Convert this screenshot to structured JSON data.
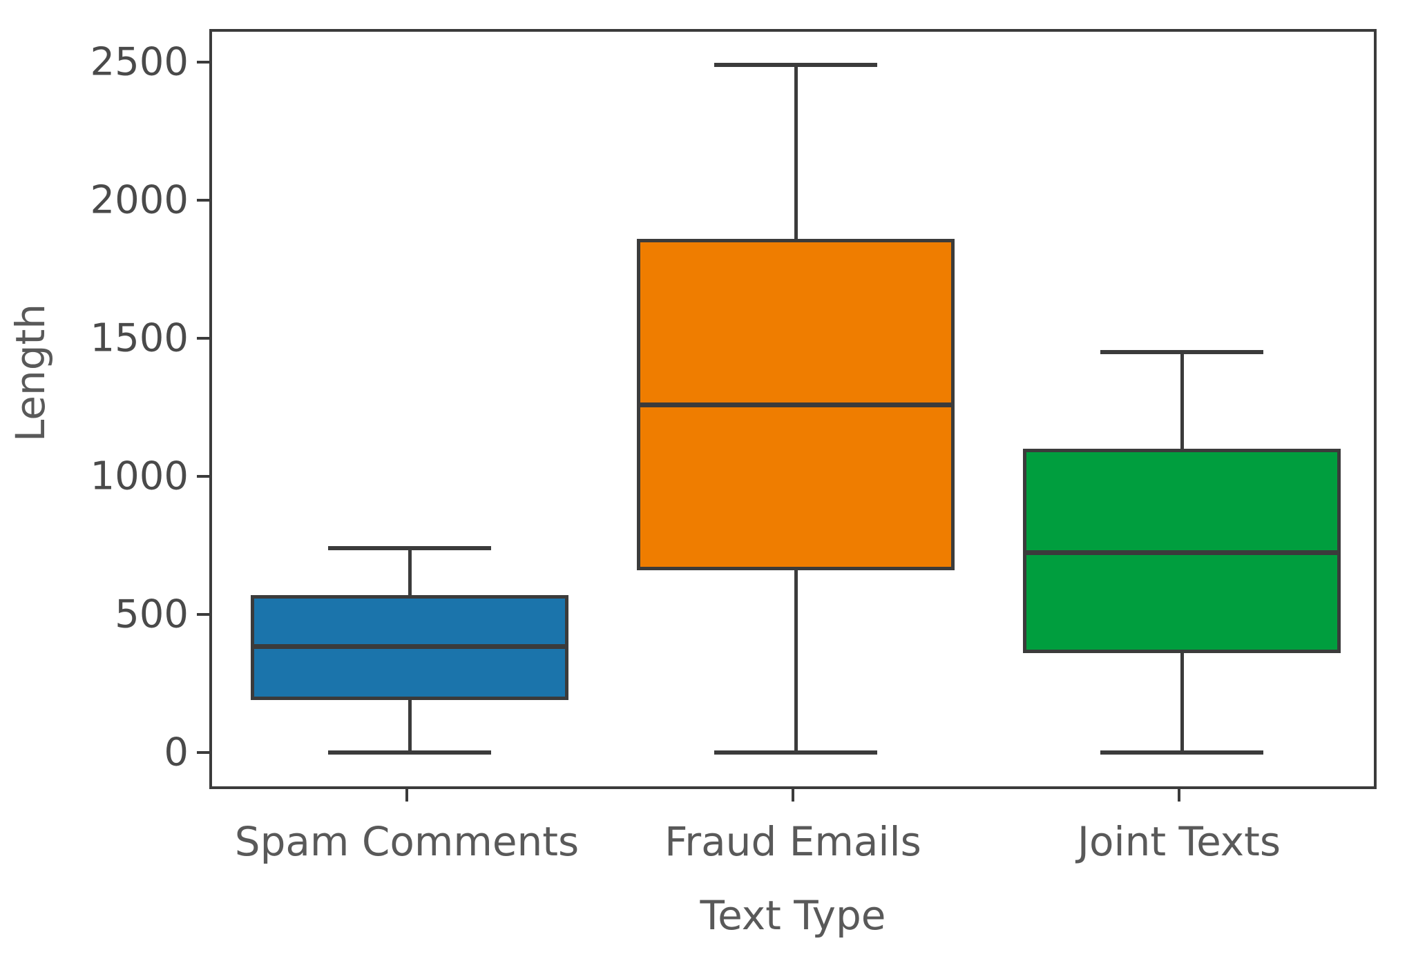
{
  "chart_data": {
    "type": "box",
    "title": "",
    "xlabel": "Text Type",
    "ylabel": "Length",
    "categories": [
      "Spam Comments",
      "Fraud Emails",
      "Joint Texts"
    ],
    "ylim": [
      -130,
      2630
    ],
    "yticks": [
      0,
      500,
      1000,
      1500,
      2000,
      2500
    ],
    "ytick_labels": [
      "0",
      "500",
      "1000",
      "1500",
      "2000",
      "2500"
    ],
    "grid": false,
    "legend": "none",
    "boxes": [
      {
        "name": "Spam Comments",
        "color": "#1b74ab",
        "whisker_low": 10,
        "q1": 200,
        "median": 395,
        "q3": 580,
        "whisker_high": 750
      },
      {
        "name": "Fraud Emails",
        "color": "#ef7d00",
        "whisker_low": 10,
        "q1": 670,
        "median": 1270,
        "q3": 1870,
        "whisker_high": 2500
      },
      {
        "name": "Joint Texts",
        "color": "#009e3e",
        "whisker_low": 10,
        "q1": 370,
        "median": 735,
        "q3": 1110,
        "whisker_high": 1460
      }
    ]
  },
  "style": {
    "line_color": "#3b3b3b",
    "text_color": "#595959",
    "background": "#ffffff"
  }
}
